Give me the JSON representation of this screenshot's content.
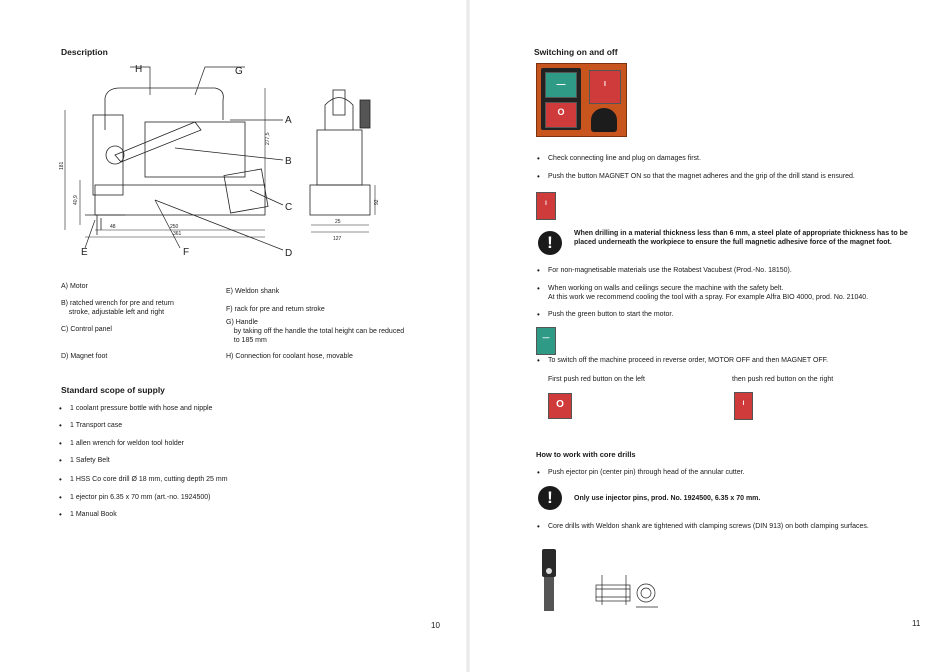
{
  "left_page": {
    "title": "Description",
    "diagram_labels": {
      "H": "H",
      "G": "G",
      "A": "A",
      "B": "B",
      "C": "C",
      "D": "D",
      "E": "E",
      "F": "F"
    },
    "diagram_dims": {
      "d48": "48",
      "d250": "250",
      "d361": "361",
      "d25": "25",
      "d127": "127",
      "d277": "277,5",
      "d181": "181",
      "d40": "40,9",
      "d92": "92"
    },
    "parts_left": [
      {
        "text": "A) Motor"
      },
      {
        "text": "B) ratched wrench for pre and return\n    stroke, adjustable left and right"
      },
      {
        "text": "C) Control panel"
      },
      {
        "text": "D) Magnet foot"
      }
    ],
    "parts_right": [
      {
        "text": "E) Weldon shank"
      },
      {
        "text": "F) rack for pre and return stroke"
      },
      {
        "text": "G) Handle\n    by taking off the handle the total height can be reduced\n    to 185 mm"
      },
      {
        "text": "H) Connection for coolant hose, movable"
      }
    ],
    "supply_title": "Standard scope of supply",
    "supply_items": [
      "1 coolant pressure bottle with hose and nipple",
      "1 Transport case",
      "1 allen wrench for weldon tool holder",
      "1 Safety Belt",
      "1 HSS Co core drill Ø 18 mm, cutting depth 25 mm",
      "1 ejector pin 6.35 x 70 mm (art.-no. 1924500)",
      "1 Manual Book"
    ],
    "page_number": "10"
  },
  "right_page": {
    "title": "Switching on and off",
    "bullets1": [
      "Check connecting line and plug on damages first.",
      "Push the button MAGNET ON so that the magnet adheres and the grip of the drill stand is ensured."
    ],
    "warning1": "When drilling in a material thickness less than 6 mm, a steel plate of appropriate thickness has to be placed underneath the workpiece to ensure the full magnetic adhesive force of the magnet foot.",
    "bullets2": [
      "For non-magnetisable materials use the Rotabest Vacubest (Prod.-No. 18150).",
      "When working on walls and ceilings secure the machine with the safety belt.\nAt this work we recommend cooling the tool with a spray. For example Alfra BIO 4000, prod. No. 21040.",
      "Push the green button to start the motor."
    ],
    "bullet_off": "To switch off the machine proceed in reverse order, MOTOR OFF and then MAGNET OFF.",
    "off_left_caption": "First push red button on the left",
    "off_right_caption": "then push red button on the right",
    "core_title": "How to work with core drills",
    "core_bullet1": "Push ejector pin (center pin) through head of the annular cutter.",
    "warning2": "Only use injector pins, prod. No. 1924500, 6.35 x 70 mm.",
    "core_bullet2": "Core drills with Weldon shank are tightened with clamping screws (DIN 913) on both clamping surfaces.",
    "page_number": "11"
  },
  "colors": {
    "red_button": "#cf3a3a",
    "green_button": "#2f9a86",
    "panel_orange": "#c8541e"
  }
}
